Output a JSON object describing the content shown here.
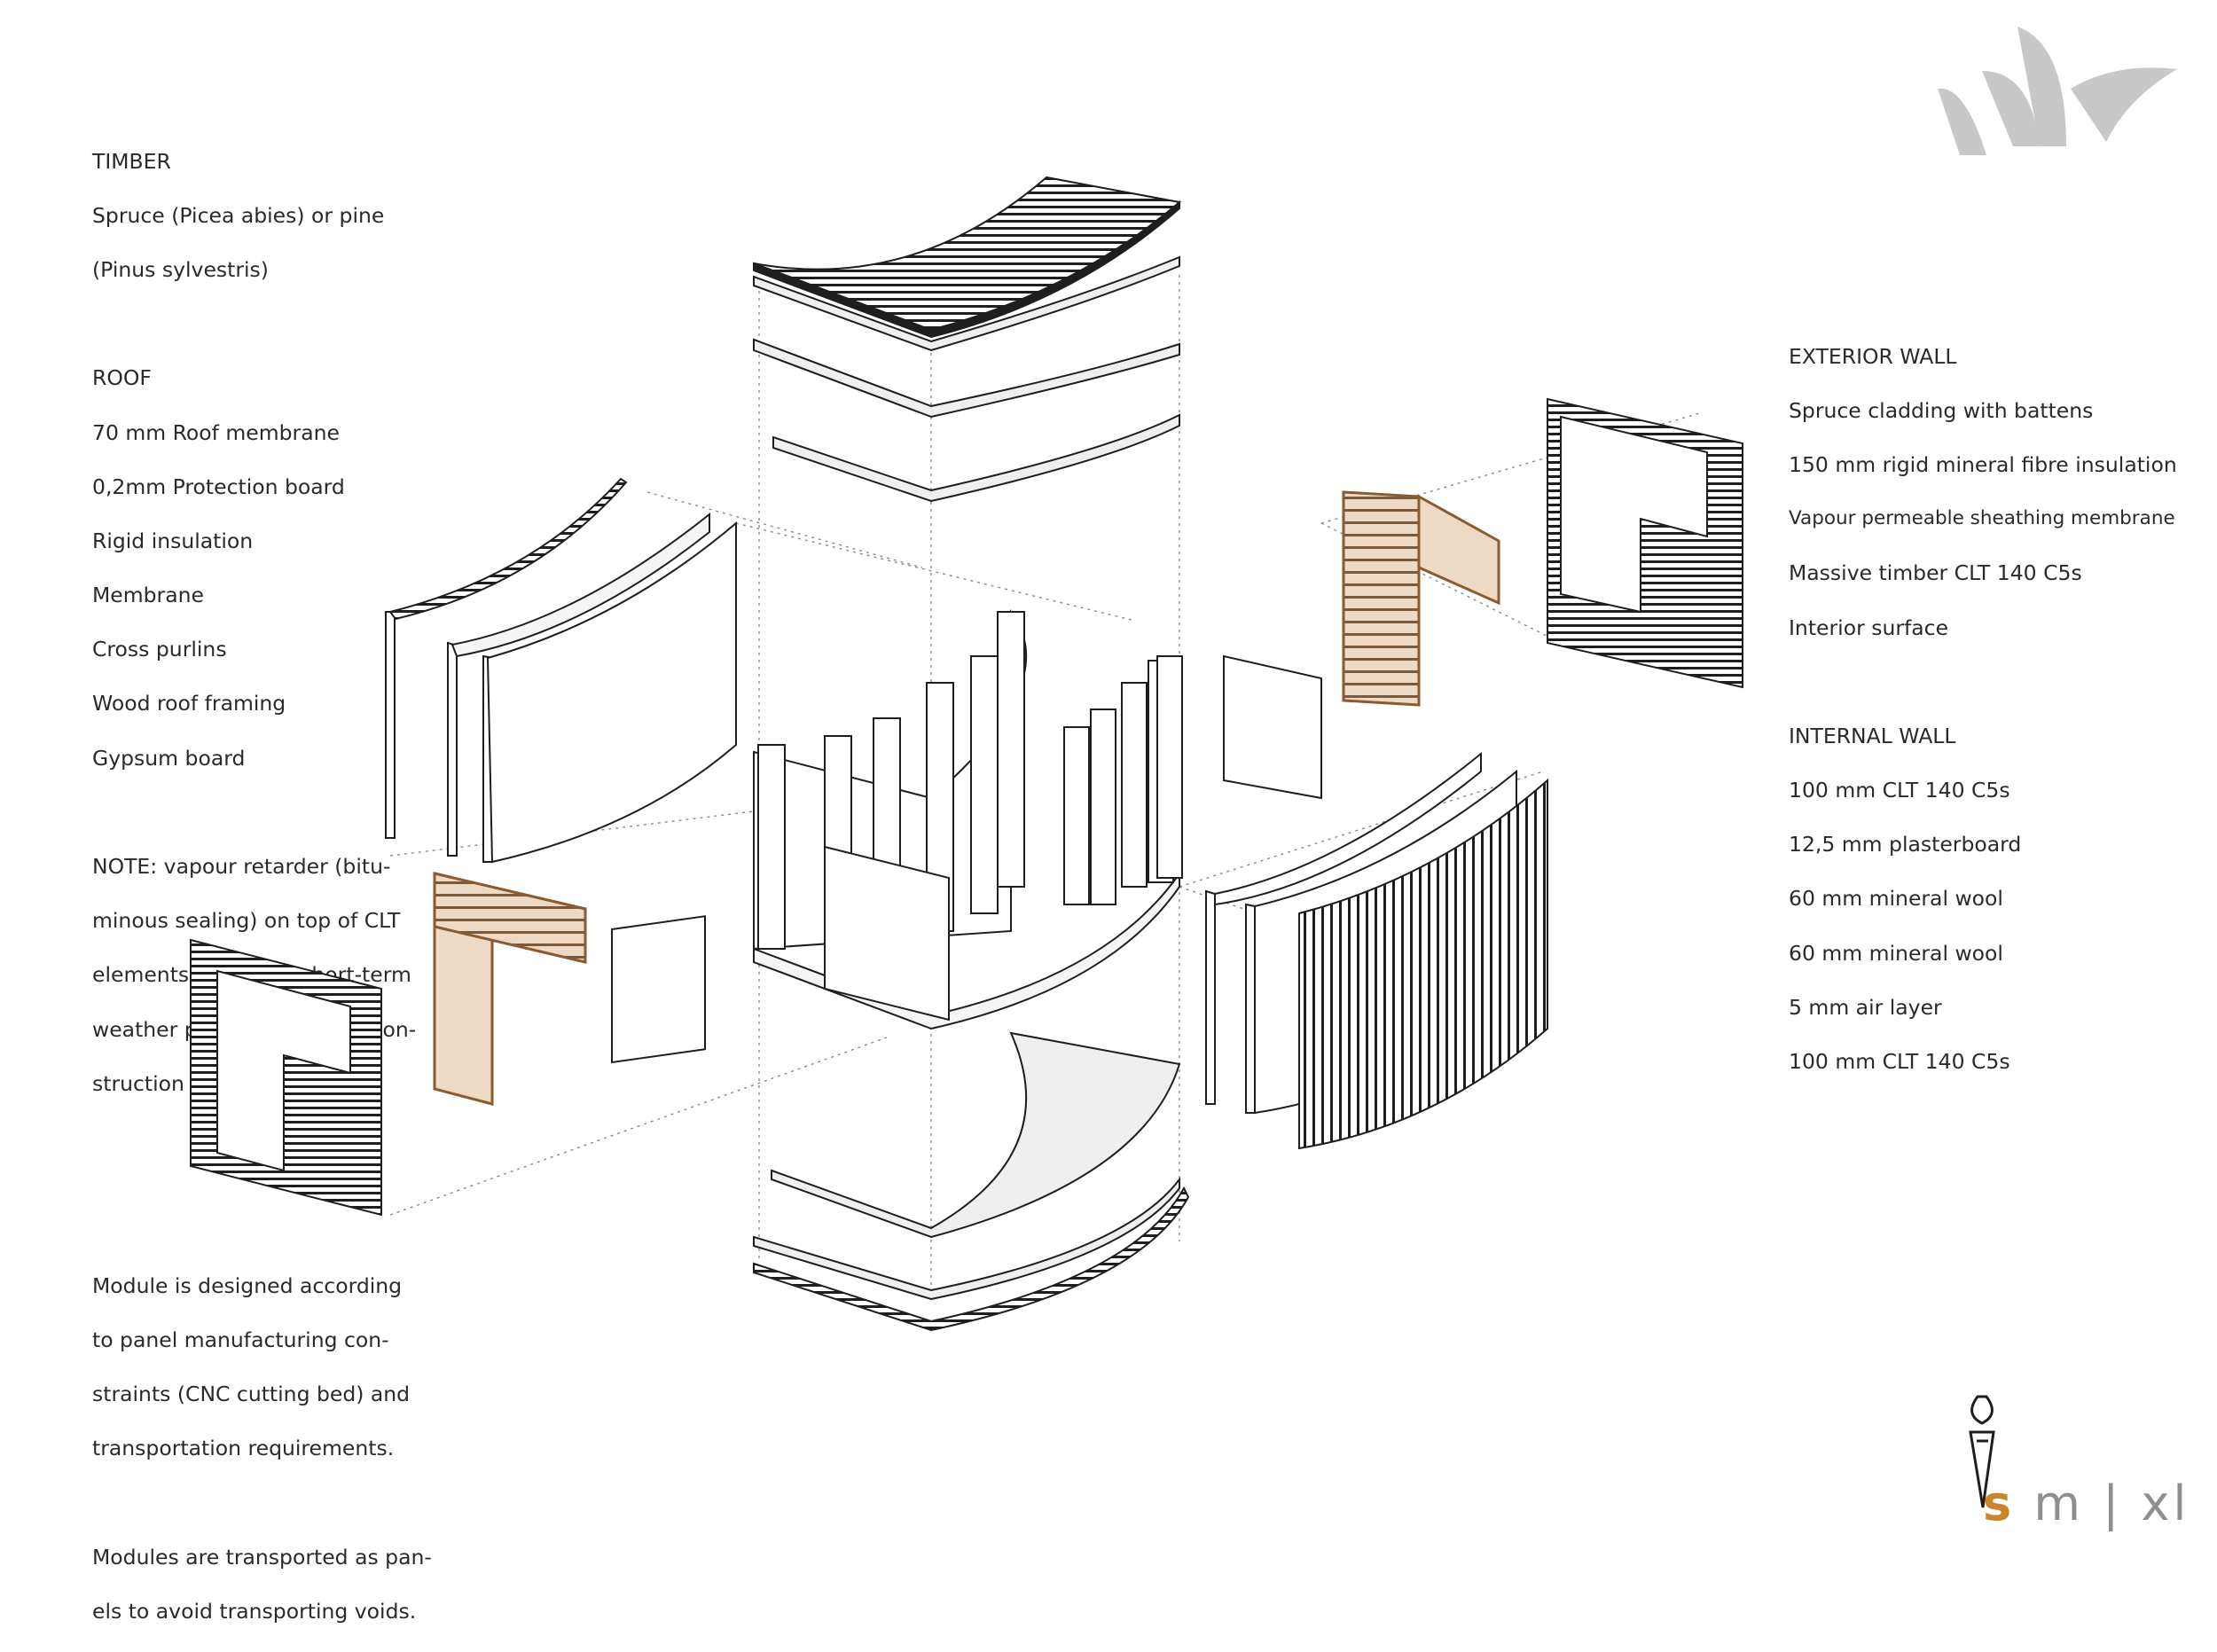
{
  "left_notes": {
    "timber": [
      "TIMBER",
      "Spruce (Picea abies) or pine",
      "(Pinus sylvestris)"
    ],
    "roof": [
      "ROOF",
      "70 mm Roof membrane",
      "0,2mm Protection board",
      "Rigid insulation",
      "Membrane",
      "Cross purlins",
      "Wood roof framing",
      "Gypsum board"
    ],
    "note": [
      "NOTE: vapour retarder (bitu-",
      "minous sealing) on top of CLT",
      "elements serves as short-term",
      "weather protection during con-",
      "struction phase"
    ]
  },
  "bottom_notes": {
    "module": [
      "Module is designed according",
      "to panel manufacturing con-",
      "straints (CNC cutting bed) and",
      "transportation requirements."
    ],
    "transport": [
      "Modules are transported as pan-",
      "els to avoid  transporting voids."
    ]
  },
  "right_notes": {
    "exterior_wall": [
      "EXTERIOR WALL",
      "Spruce cladding with battens",
      "150 mm rigid mineral fibre insulation",
      "Vapour permeable sheathing membrane",
      "Massive timber CLT 140 C5s",
      "Interior surface"
    ],
    "internal_wall": [
      "INTERNAL WALL",
      "100 mm CLT 140 C5s",
      "12,5 mm plasterboard",
      "60 mm mineral wool",
      "60 mm mineral wool",
      "5 mm air layer",
      "100 mm CLT 140 C5s"
    ]
  },
  "brand": {
    "s": "s",
    "rest": " m | xl"
  },
  "colors": {
    "wood": "#eed9c4",
    "wood_stroke": "#b9865a",
    "panel_fill": "#efefef",
    "line": "#1e1e1e",
    "logo_grey": "#c8c8c8",
    "brand_accent": "#c9852c"
  },
  "icons": {
    "logo_top": "sail-shells-logo",
    "logo_bottom": "torch-cone-logo"
  }
}
